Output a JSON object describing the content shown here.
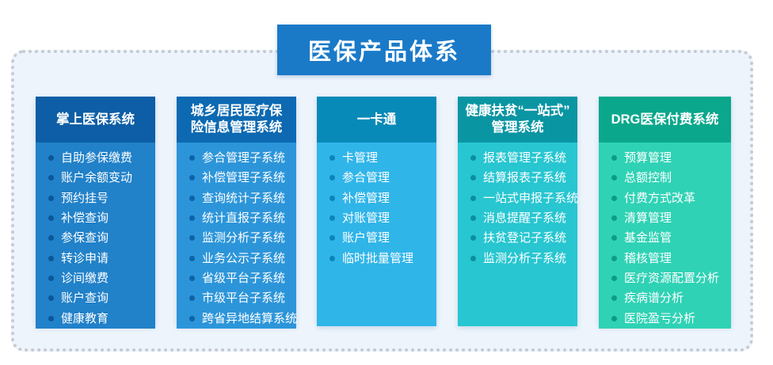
{
  "title": "医保产品体系",
  "banner_color": "#1a7ac8",
  "panel_bg": "#edf4fc",
  "panel_border_color": "#c6cad1",
  "columns": [
    {
      "id": "mobile-medical-insurance",
      "header": "掌上医保系统",
      "header_bg": "#0d5ea6",
      "body_bg": "#2181c9",
      "bullet_color": "#0a5799",
      "items": [
        "自助参保缴费",
        "账户余额变动",
        "预约挂号",
        "补偿查询",
        "参保查询",
        "转诊申请",
        "诊间缴费",
        "账户查询",
        "健康教育"
      ]
    },
    {
      "id": "urban-rural-resident-medical-insurance",
      "header": "城乡居民医疗保\n险信息管理系统",
      "header_bg": "#0c69b2",
      "body_bg": "#2c95da",
      "bullet_color": "#0c63a8",
      "items": [
        "参合管理子系统",
        "补偿管理子系统",
        "查询统计子系统",
        "统计直报子系统",
        "监测分析子系统",
        "业务公示子系统",
        "省级平台子系统",
        "市级平台子系统",
        "跨省异地结算系统"
      ]
    },
    {
      "id": "one-card",
      "header": "一卡通",
      "header_bg": "#078ab7",
      "body_bg": "#30b5e9",
      "bullet_color": "#0a85b8",
      "items": [
        "卡管理",
        "参合管理",
        "补偿管理",
        "对账管理",
        "账户管理",
        "临时批量管理"
      ]
    },
    {
      "id": "health-poverty-alleviation-one-stop",
      "header": "健康扶贫“一站式”\n管理系统",
      "header_bg": "#0a95a3",
      "body_bg": "#27c6d1",
      "bullet_color": "#0c8e9c",
      "items": [
        "报表管理子系统",
        "结算报表子系统",
        "一站式申报子系统",
        "消息提醒子系统",
        "扶贫登记子系统",
        "监测分析子系统"
      ]
    },
    {
      "id": "drg-medical-insurance-payment",
      "header": "DRG医保付费系统",
      "header_bg": "#0ba78c",
      "body_bg": "#2fd2b5",
      "bullet_color": "#0d9c83",
      "items": [
        "预算管理",
        "总额控制",
        "付费方式改革",
        "清算管理",
        "基金监管",
        "稽核管理",
        "医疗资源配置分析",
        "疾病谱分析",
        "医院盈亏分析"
      ]
    }
  ]
}
